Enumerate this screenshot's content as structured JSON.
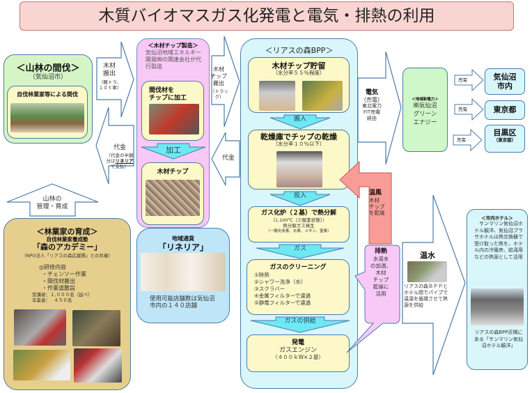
{
  "title": "木質バイオマスガス化発電と電気・排熱の利用",
  "forest": {
    "heading": "＜山林の間伐＞",
    "sub": "（気仙沼市）",
    "inner_title": "自伐林業家等による間伐"
  },
  "arrow_wood_out": {
    "label": "木材\n搬出",
    "note": "（軽トラ、\n１０ｔ車）"
  },
  "arrow_payment_left": {
    "label": "代金",
    "note1": "（代金の半額\n分は",
    "note_bold": "リネリア",
    "note2": "で支払）"
  },
  "arrow_forest_mgmt": {
    "label": "山林の\n管理・育成"
  },
  "chip_mfg": {
    "heading": "＜木材チップ製造＞",
    "desc": "気仙沼地域エネルギー開発㈱の関連会社が代行製造",
    "process_title": "間伐材を\nチップに加工",
    "process_arrow": "加工",
    "chip_title": "木材チップ"
  },
  "arrow_chip_out": {
    "label": "木材\nチップ\n搬出",
    "note": "（トラッ\nク）"
  },
  "arrow_payment_right": {
    "label": "代金"
  },
  "academy": {
    "heading": "＜林業家の育成＞",
    "sub": "自伐林業家養成塾",
    "name": "「森のアカデミー」",
    "cohost": "（NPO法人「リアスの森応援隊」との共催）",
    "training_title": "◎研修内容",
    "training_items": [
      "・チェンソー作業",
      "・間伐材搬出",
      "・作業道敷設"
    ],
    "attendees": "受講者：１,０００名（延べ）",
    "graduates": "卒業者：　 ４５０名"
  },
  "currency": {
    "label": "地域通貨",
    "name": "「リネリア」",
    "desc": "使用可能店舗数は気仙沼市内の１４０店舗"
  },
  "bpp": {
    "heading": "＜リアスの森BPP＞",
    "storage": {
      "title": "木材チップ貯留",
      "note": "（水分率５５％程度）"
    },
    "step1": "搬入",
    "drying": {
      "title": "乾燥庫でチップの乾燥",
      "note": "（水分率１０％以下）"
    },
    "step2": "投入",
    "gasifier": {
      "title": "ガス化炉（２基）で熱分解",
      "l1": "（1,100℃（少酸素状態））",
      "l2": "熱分解ガス発生",
      "l3": "（一酸化炭素、水素、メタン、窒素）"
    },
    "step3": "ガス",
    "cleaning": {
      "title": "ガスのクリーニング",
      "items": [
        "①除熱",
        "②シャワー洗浄（水）",
        "③スクラバー",
        "④金属フィルターで濾過",
        "⑤静電フィルターで濾過"
      ]
    },
    "step4": "ガスの供給",
    "power": {
      "title": "発電",
      "engine": "ガスエンジン",
      "spec": "（４００ｋW×２基）"
    }
  },
  "electricity_arrow": {
    "title": "電気",
    "l1": "（売電）",
    "l2": "東北電力",
    "l3": "FIT売電",
    "l4": "経由"
  },
  "retailer": {
    "label": "＜地域新電力＞",
    "name": "㈱気仙沼\nグリーン\nエナジー"
  },
  "sales": [
    {
      "arrow": "売電",
      "dest": "気仙沼\n市内",
      "sub": ""
    },
    {
      "arrow": "売電",
      "dest": "東京都",
      "sub": ""
    },
    {
      "arrow": "売電",
      "dest": "目黒区",
      "sub": "（東京都）"
    }
  ],
  "warm_air": {
    "title": "温風",
    "desc": "木材\nチップ\nを乾燥"
  },
  "waste_heat": {
    "title": "排熱",
    "desc": "水道水\nの加温、\n木材\nチップ\n乾燥に\n活用"
  },
  "hot_water": {
    "title": "温水",
    "desc": "リアスの森ＢＰＰとホテル間でパイプで温湯を循環させて熱源を供給"
  },
  "hotel": {
    "heading": "＜市内ホテル＞",
    "desc": "　サンマリン気仙沼ホテル観洋、気仙沼プラザホテルは熱交換器で受け取った熱を、ホテル内の冷暖房、給湯用などの熱源として活用",
    "caption": "リアスの森BPP近隣にある「サンマリン気仙沼ホテル観洋」"
  },
  "colors": {
    "title_bg": "#f9d5d2",
    "forest_bg": "#d6f5c6",
    "chip_bg": "#f8c9f6",
    "academy_bg": "#e6cf8d",
    "currency_bg": "#bfe5f8",
    "bpp_bg": "#d9f6fb",
    "step_bg": "#fdf8c8",
    "cyan_arrow": "#6ee8f2",
    "warm_air": "#f79c96",
    "border": "#4a7ba8"
  }
}
